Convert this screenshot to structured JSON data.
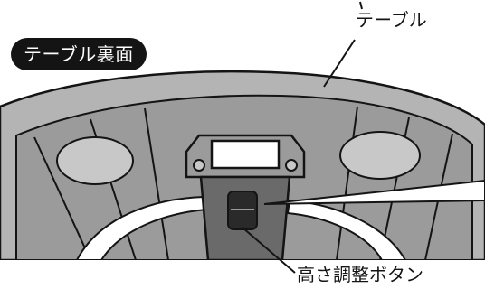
{
  "section_label": "テーブル裏面",
  "callouts": {
    "table": "テーブル",
    "height_button": "高さ調整ボタン"
  },
  "colors": {
    "ink": "#141414",
    "underside_gray": "#9b9b9b",
    "rim_gray": "#b4b4b4",
    "light_gray": "#c8c8c8",
    "dark_gray": "#6a6a6a",
    "badge_background": "#141414",
    "badge_text": "#ffffff"
  }
}
